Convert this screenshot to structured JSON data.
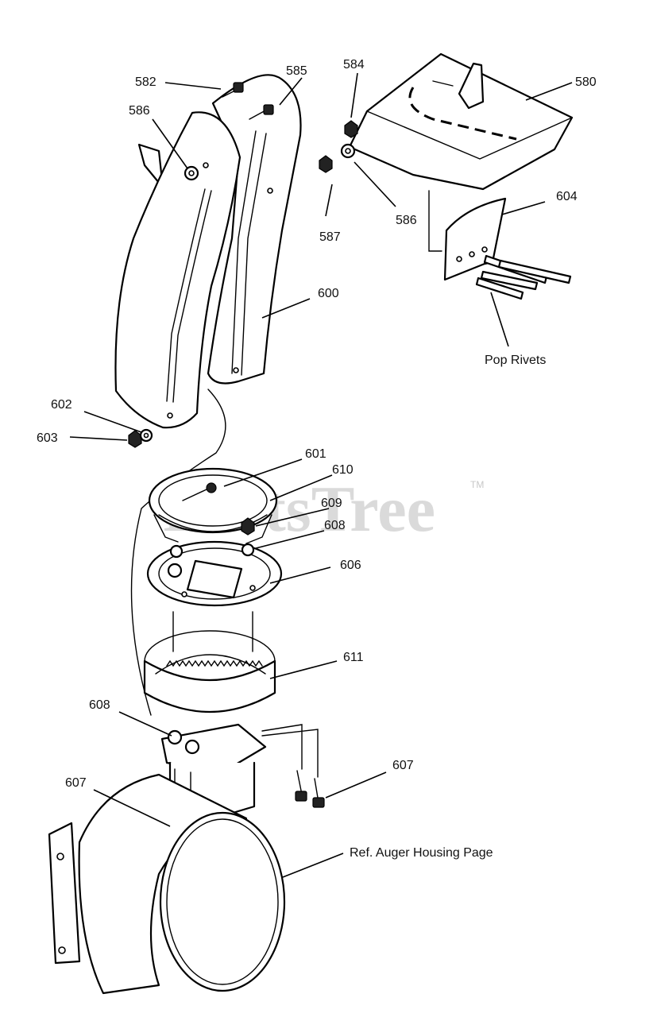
{
  "watermark": {
    "text": "PartsTree",
    "trademark": "TM"
  },
  "callouts": {
    "c580": "580",
    "c582": "582",
    "c584": "584",
    "c585": "585",
    "c586a": "586",
    "c586b": "586",
    "c587": "587",
    "c600": "600",
    "c601": "601",
    "c602": "602",
    "c603": "603",
    "c604": "604",
    "c606": "606",
    "c607a": "607",
    "c607b": "607",
    "c608a": "608",
    "c608b": "608",
    "c609": "609",
    "c610": "610",
    "c611": "611",
    "pop_rivets": "Pop Rivets",
    "ref_auger": "Ref. Auger Housing Page"
  }
}
